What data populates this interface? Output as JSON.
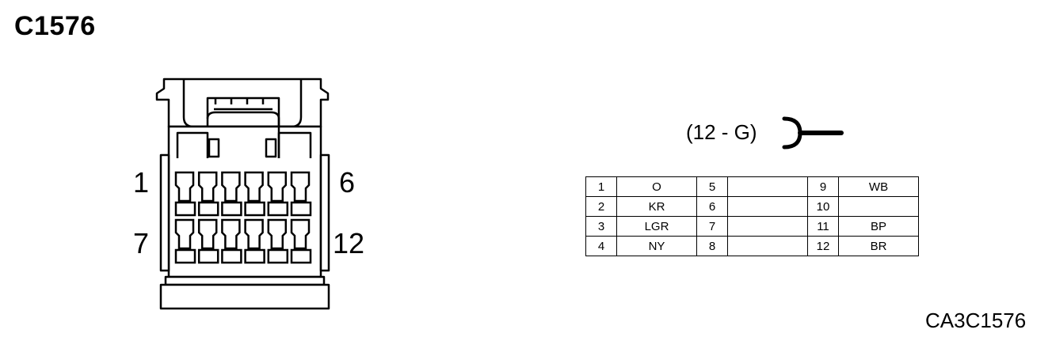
{
  "connector_id": "C1576",
  "pin_labels": {
    "top_left": "1",
    "top_right": "6",
    "bottom_left": "7",
    "bottom_right": "12"
  },
  "connector_type": "(12 - G)",
  "pin_table": [
    [
      {
        "pin": "1",
        "color": "O"
      },
      {
        "pin": "5",
        "color": ""
      },
      {
        "pin": "9",
        "color": "WB"
      }
    ],
    [
      {
        "pin": "2",
        "color": "KR"
      },
      {
        "pin": "6",
        "color": ""
      },
      {
        "pin": "10",
        "color": ""
      }
    ],
    [
      {
        "pin": "3",
        "color": "LGR"
      },
      {
        "pin": "7",
        "color": ""
      },
      {
        "pin": "11",
        "color": "BP"
      }
    ],
    [
      {
        "pin": "4",
        "color": "NY"
      },
      {
        "pin": "8",
        "color": ""
      },
      {
        "pin": "12",
        "color": "BR"
      }
    ]
  ],
  "reference_code": "CA3C1576",
  "colors": {
    "line": "#000000",
    "background": "#ffffff"
  }
}
